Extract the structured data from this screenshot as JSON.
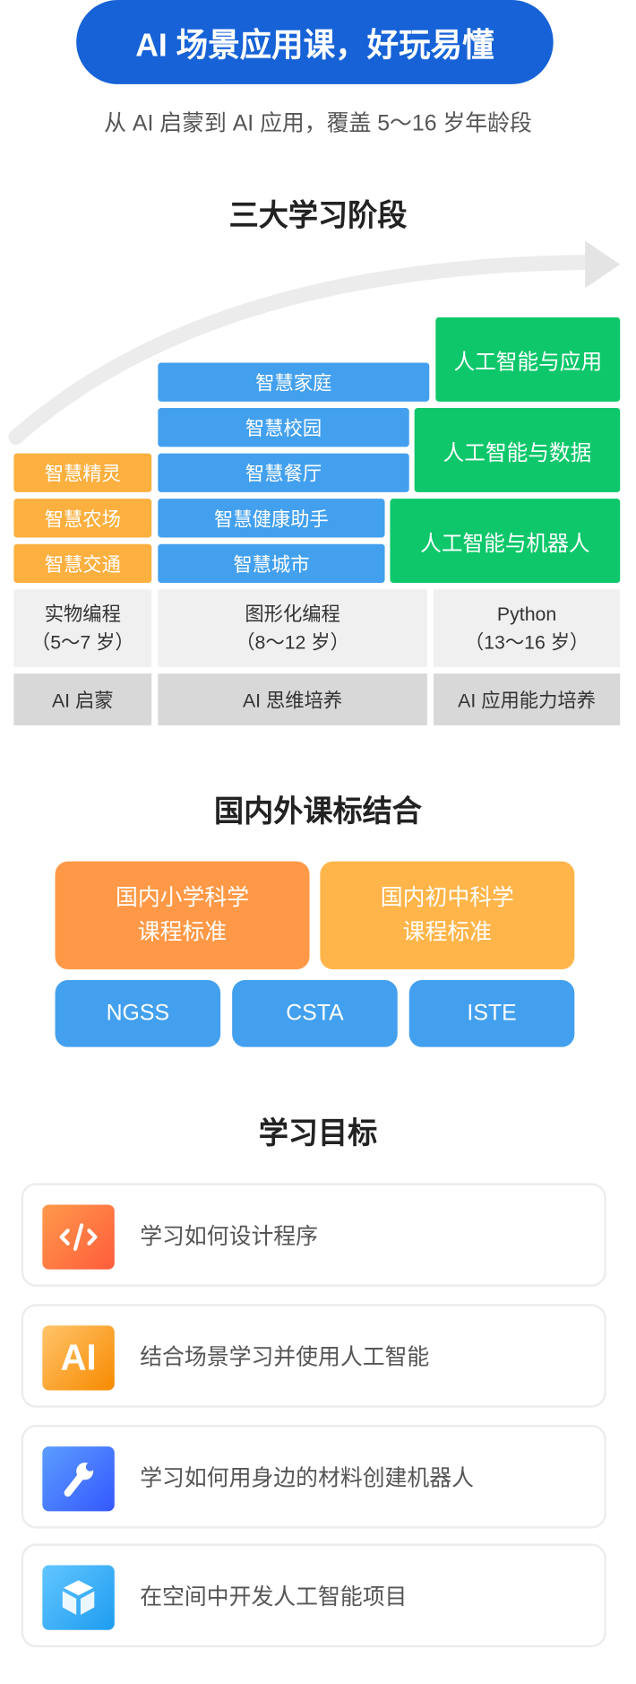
{
  "header": {
    "title": "AI 场景应用课，好玩易懂",
    "subtitle": "从 AI 启蒙到 AI 应用，覆盖 5～16 岁年龄段"
  },
  "stages": {
    "title": "三大学习阶段",
    "stage1": {
      "topics": [
        "智慧精灵",
        "智慧农场",
        "智慧交通"
      ],
      "method": "实物编程",
      "ages": "（5～7 岁）",
      "level": "AI 启蒙"
    },
    "stage2": {
      "topics": [
        "智慧家庭",
        "智慧校园",
        "智慧餐厅",
        "智慧健康助手",
        "智慧城市"
      ],
      "method": "图形化编程",
      "ages": "（8～12 岁）",
      "level": "AI 思维培养"
    },
    "stage3": {
      "topics": [
        "人工智能与应用",
        "人工智能与数据",
        "人工智能与机器人"
      ],
      "method": "Python",
      "ages": "（13～16 岁）",
      "level": "AI 应用能力培养"
    }
  },
  "standards": {
    "title": "国内外课标结合",
    "cn": [
      {
        "l1": "国内小学科学",
        "l2": "课程标准"
      },
      {
        "l1": "国内初中科学",
        "l2": "课程标准"
      }
    ],
    "intl": [
      "NGSS",
      "CSTA",
      "ISTE"
    ]
  },
  "goals": {
    "title": "学习目标",
    "items": [
      {
        "icon": "code-icon",
        "text": "学习如何设计程序"
      },
      {
        "icon": "ai-icon",
        "text": "结合场景学习并使用人工智能"
      },
      {
        "icon": "wrench-icon",
        "text": "学习如何用身边的材料创建机器人"
      },
      {
        "icon": "cube-icon",
        "text": "在空间中开发人工智能项目"
      }
    ]
  },
  "colors": {
    "brand": "#1662d6",
    "orange": "#fbb040",
    "blue": "#43a0ee",
    "green": "#0dc76a"
  }
}
